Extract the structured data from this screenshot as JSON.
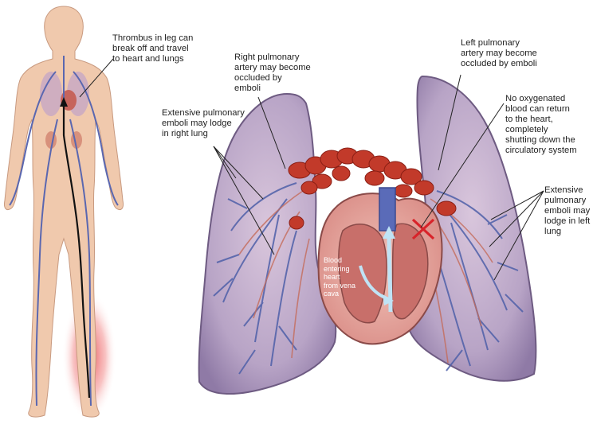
{
  "labels": {
    "thrombus": "Thrombus in leg can\nbreak off and travel\nto heart and lungs",
    "right_pulmonary": "Right pulmonary\nartery may become\noccluded by\nemboli",
    "left_pulmonary": "Left pulmonary\nartery may become\noccluded by emboli",
    "no_oxygenated": "No oxygenated\nblood can return\nto the heart,\ncompletely\nshutting down the\ncirculatory system",
    "extensive_right": "Extensive pulmonary\nemboli may lodge\nin right lung",
    "extensive_left": "Extensive\npulmonary\nemboli may\nlodge in left\nlung",
    "blood_entering": "Blood\nentering\nheart\nfrom vena\ncava"
  },
  "colors": {
    "skin": "#f0c9ad",
    "lung": "#b9a6c6",
    "lung_dark": "#6e5b82",
    "vein": "#4e5fa8",
    "artery": "#c23a2a",
    "heart": "#e3a09a",
    "heart_inner": "#c86f6a",
    "clot_glow": "#e8454a"
  }
}
